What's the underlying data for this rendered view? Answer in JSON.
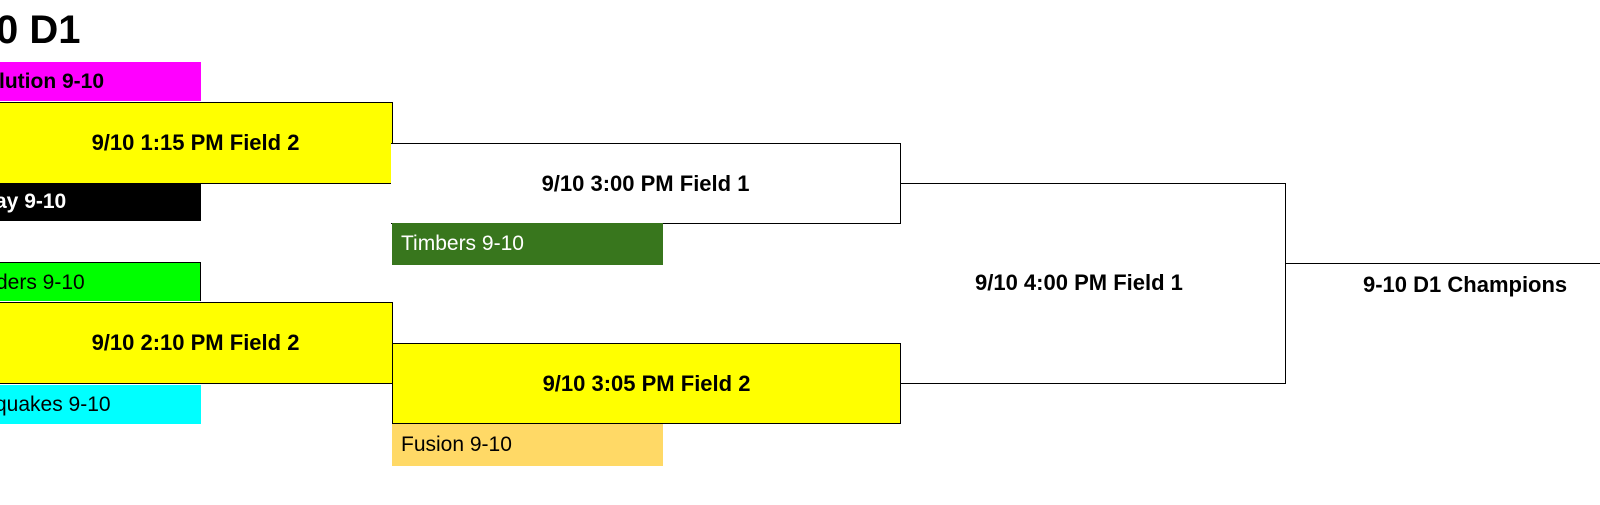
{
  "bracket": {
    "title": "0 D1",
    "teams": {
      "t1": {
        "label": "lution 9-10",
        "bg": "#ff00ff",
        "fg": "#000000",
        "bold": true
      },
      "t2": {
        "label": "ay 9-10",
        "bg": "#000000",
        "fg": "#ffffff",
        "bold": true
      },
      "t3": {
        "label": "ders 9-10",
        "bg": "#00ff00",
        "fg": "#000000",
        "bold": false
      },
      "t4": {
        "label": "quakes 9-10",
        "bg": "#00ffff",
        "fg": "#000000",
        "bold": false
      },
      "t5": {
        "label": "Timbers 9-10",
        "bg": "#38761d",
        "fg": "#ffffff",
        "bold": false
      },
      "t6": {
        "label": "Fusion 9-10",
        "bg": "#ffd966",
        "fg": "#000000",
        "bold": false
      }
    },
    "games": {
      "g1": "9/10 1:15 PM Field 2",
      "g2": "9/10 2:10 PM Field 2",
      "g3": "9/10 3:00 PM Field 1",
      "g4": "9/10 3:05 PM Field 2",
      "g5": "9/10 4:00 PM Field 1"
    },
    "champion_label": "9-10 D1 Champions",
    "colors": {
      "match_highlight": "#ffff00",
      "line": "#000000"
    }
  }
}
